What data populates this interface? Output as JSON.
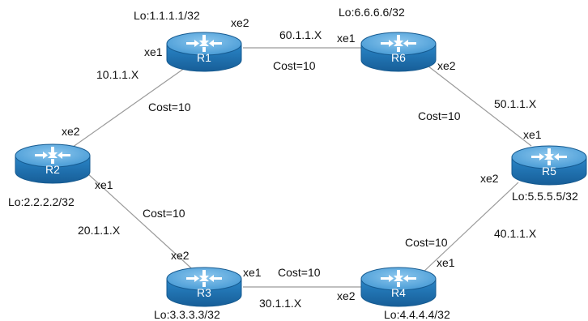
{
  "routers": {
    "r1": {
      "name": "R1",
      "loopback": "Lo:1.1.1.1/32",
      "if_a": "xe1",
      "if_b": "xe2"
    },
    "r2": {
      "name": "R2",
      "loopback": "Lo:2.2.2.2/32",
      "if_a": "xe2",
      "if_b": "xe1"
    },
    "r3": {
      "name": "R3",
      "loopback": "Lo:3.3.3.3/32",
      "if_a": "xe2",
      "if_b": "xe1"
    },
    "r4": {
      "name": "R4",
      "loopback": "Lo:4.4.4.4/32",
      "if_a": "xe2",
      "if_b": "xe1"
    },
    "r5": {
      "name": "R5",
      "loopback": "Lo:5.5.5.5/32",
      "if_a": "xe1",
      "if_b": "xe2"
    },
    "r6": {
      "name": "R6",
      "loopback": "Lo:6.6.6.6/32",
      "if_a": "xe1",
      "if_b": "xe2"
    }
  },
  "links": {
    "r1_r6": {
      "subnet": "60.1.1.X",
      "cost": "Cost=10"
    },
    "r1_r2": {
      "subnet": "10.1.1.X",
      "cost": "Cost=10"
    },
    "r2_r3": {
      "subnet": "20.1.1.X",
      "cost": "Cost=10"
    },
    "r3_r4": {
      "subnet": "30.1.1.X",
      "cost": "Cost=10"
    },
    "r4_r5": {
      "subnet": "40.1.1.X",
      "cost": "Cost=10"
    },
    "r6_r5": {
      "subnet": "50.1.1.X",
      "cost": "Cost=10"
    }
  },
  "colors": {
    "router_top": "#5aa9dc",
    "router_side": "#1f6fae",
    "router_edge": "#155a90",
    "link": "#9a9a9a"
  }
}
